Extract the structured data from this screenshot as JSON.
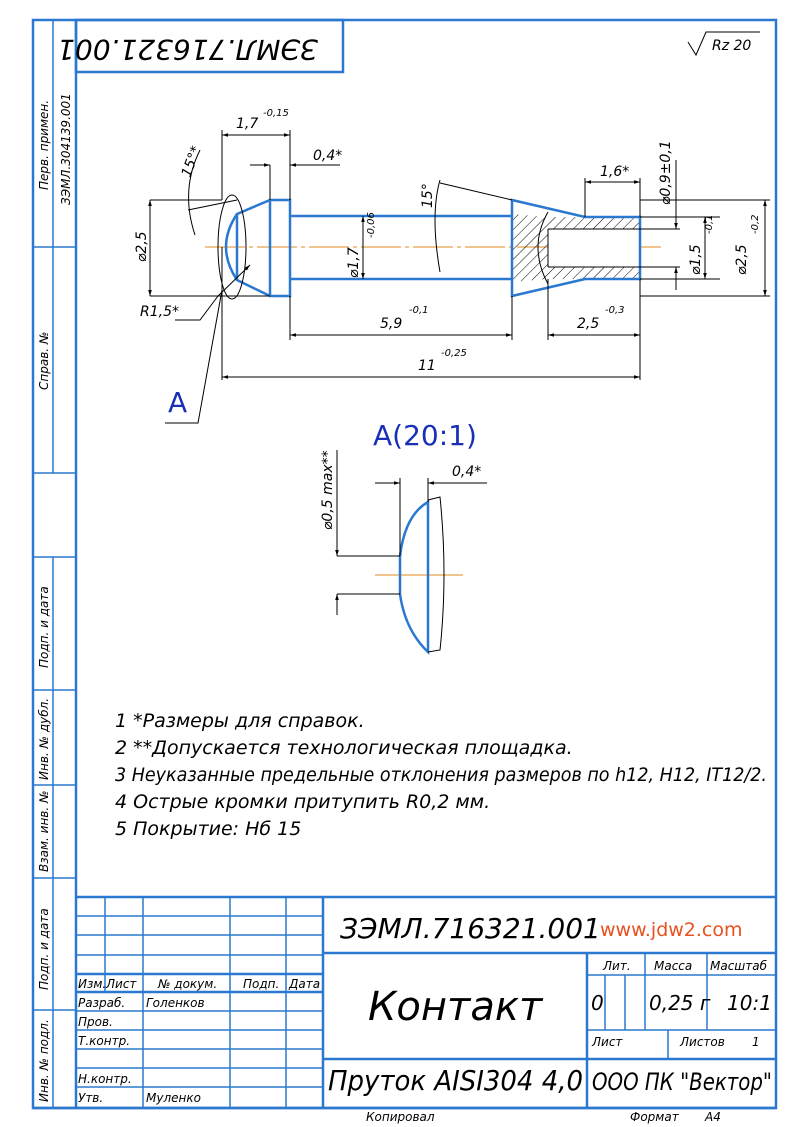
{
  "sheet": {
    "top_stamp_code": "ЗЭМЛ.716321.001",
    "roughness": "Rz 20",
    "side_strip": {
      "perv_primen_label": "Перв. примен.",
      "perv_primen_value": "ЗЭМЛ.304139.001",
      "sprav_label": "Справ. №",
      "podp_data_label_1": "Подп. и дата",
      "inv_dubl_label": "Инв. № дубл.",
      "vzam_inv_label": "Взам. инв. №",
      "podp_data_label_2": "Подп. и дата",
      "inv_podl_label": "Инв. № подл."
    }
  },
  "main_view": {
    "dimensions": {
      "d_17": "1,7",
      "d_17_tol": "-0,15",
      "d_04": "0,4*",
      "d_15deg_left": "15°*",
      "d_15deg_mid": "15°",
      "d_phi25_left": "⌀2,5",
      "d_phi17": "⌀1,7",
      "d_phi17_tol": "-0,06",
      "d_r15": "R1,5*",
      "d_59": "5,9",
      "d_59_tol": "-0,1",
      "d_11": "11",
      "d_11_tol": "-0,25",
      "d_16": "1,6*",
      "d_25_depth": "2,5",
      "d_25_depth_tol": "-0,3",
      "d_phi09": "⌀0,9±0,1",
      "d_phi15": "⌀1,5",
      "d_phi15_tol": "-0,1",
      "d_phi25_right": "⌀2,5",
      "d_phi25_right_tol": "-0,2"
    },
    "detail_callout": "A"
  },
  "detail_view": {
    "title": "A(20:1)",
    "d_04": "0,4*",
    "d_phi05": "⌀0,5 max**"
  },
  "notes": [
    "1  *Размеры для справок.",
    "2  **Допускается технологическая площадка.",
    "3  Неуказанные предельные отклонения размеров по h12, H12, IT12/2.",
    "4  Острые кромки притупить R0,2 мм.",
    "5  Покрытие: Нб 15"
  ],
  "title_block": {
    "designation": "ЗЭМЛ.716321.001",
    "watermark": "www.jdw2.com",
    "headers": {
      "izm": "Изм.",
      "list": "Лист",
      "doc": "№ докум.",
      "podp": "Подп.",
      "data": "Дата"
    },
    "roles": [
      {
        "role": "Разраб.",
        "name": "Голенков"
      },
      {
        "role": "Пров.",
        "name": ""
      },
      {
        "role": "Т.контр.",
        "name": ""
      },
      {
        "role": "",
        "name": ""
      },
      {
        "role": "Н.контр.",
        "name": ""
      },
      {
        "role": "Утв.",
        "name": "Муленко"
      }
    ],
    "part_name": "Контакт",
    "material": "Пруток AISI304  4,0",
    "lit_label": "Лит.",
    "lit_value": "0",
    "mass_label": "Масса",
    "mass_value": "0,25 г",
    "scale_label": "Масштаб",
    "scale_value": "10:1",
    "sheet_label": "Лист",
    "sheets_label": "Листов",
    "sheets_value": "1",
    "company": "ООО ПК \"Вектор\"",
    "copied_label": "Копировал",
    "format_label": "Формат",
    "format_value": "А4"
  },
  "colors": {
    "frame": "#2a78cf",
    "axis": "#e08a1e",
    "callout": "#1a2fb8",
    "watermark": "#e8501e"
  }
}
